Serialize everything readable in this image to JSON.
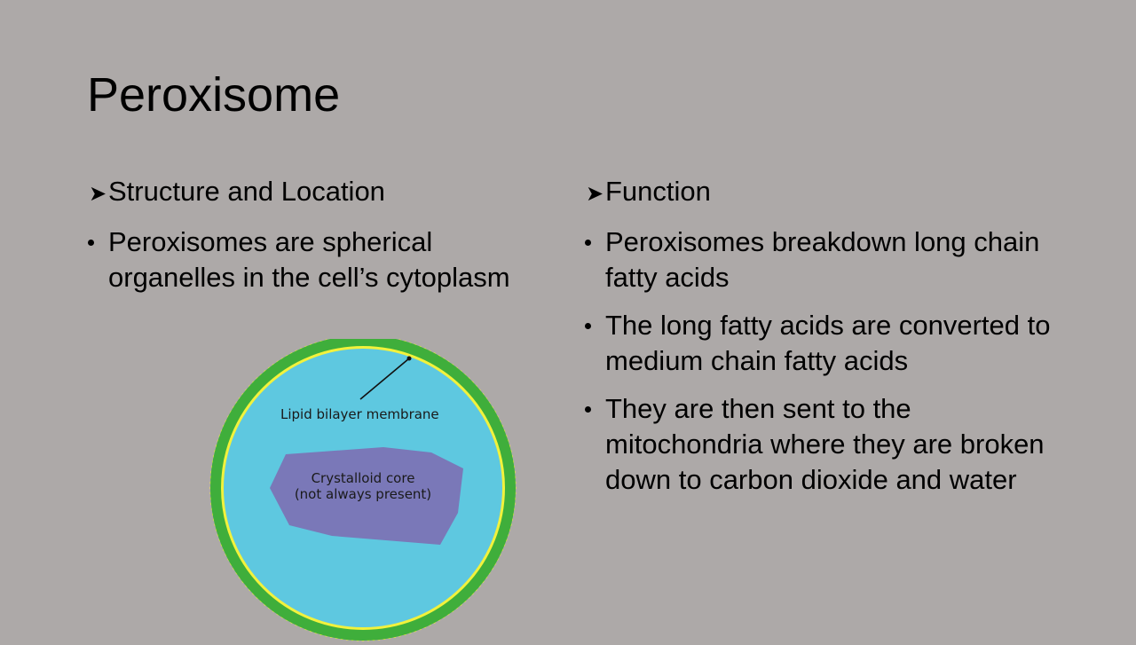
{
  "slide": {
    "title": "Peroxisome",
    "left": {
      "heading": "Structure and Location",
      "bullets": [
        "Peroxisomes are spherical organelles in the cell’s cytoplasm"
      ]
    },
    "right": {
      "heading": "Function",
      "bullets": [
        "Peroxisomes  breakdown long chain fatty acids",
        "The long fatty acids are converted to medium chain fatty acids",
        "They are then sent to the mitochondria where they are broken down to carbon dioxide and water"
      ]
    }
  },
  "diagram": {
    "membrane_label": "Lipid bilayer membrane",
    "core_label_line1": "Crystalloid core",
    "core_label_line2": "(not always present)",
    "colors": {
      "background": "#ada9a8",
      "outer_ring": "#f2f23c",
      "membrane": "#3fae3b",
      "interior": "#5ec8e0",
      "core": "#7a78b8"
    }
  },
  "icons": {
    "heading_marker": "arrow-bullet-icon",
    "list_marker": "round-bullet"
  }
}
